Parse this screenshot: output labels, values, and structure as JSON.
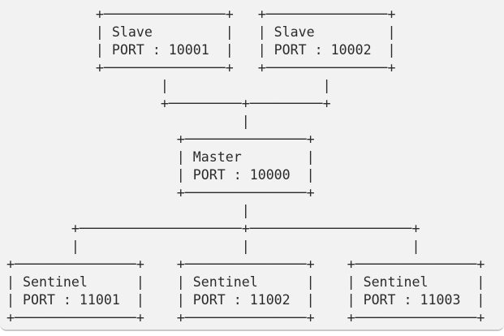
{
  "colors": {
    "panel_background": "#f2f2f2",
    "panel_border": "#c9c9c9",
    "text": "#2b2b2b"
  },
  "diagram": {
    "nodes": {
      "slaves": [
        {
          "label": "Slave",
          "port": "PORT : 10001"
        },
        {
          "label": "Slave",
          "port": "PORT : 10002"
        }
      ],
      "master": {
        "label": "Master",
        "port": "PORT : 10000"
      },
      "sentinels": [
        {
          "label": "Sentinel",
          "port": "PORT : 11001"
        },
        {
          "label": "Sentinel",
          "port": "PORT : 11002"
        },
        {
          "label": "Sentinel",
          "port": "PORT : 11003"
        }
      ]
    },
    "rows": [
      "           +───────────────+   +───────────────+",
      "           | Slave         |   | Slave         |",
      "           | PORT : 10001  |   | PORT : 10002  |",
      "           +───────────────+   +───────────────+",
      "                   |                   |",
      "                   +─────────+─────────+",
      "                             |",
      "                     +───────────────+",
      "                     | Master        |",
      "                     | PORT : 10000  |",
      "                     +───────────────+",
      "                             |",
      "        +────────────────────+────────────────────+",
      "        |                    |                    |",
      "+───────────────+    +───────────────+    +───────────────+",
      "| Sentinel      |    | Sentinel      |    | Sentinel      |",
      "| PORT : 11001  |    | PORT : 11002  |    | PORT : 11003  |",
      "+───────────────+    +───────────────+    +───────────────+"
    ]
  }
}
